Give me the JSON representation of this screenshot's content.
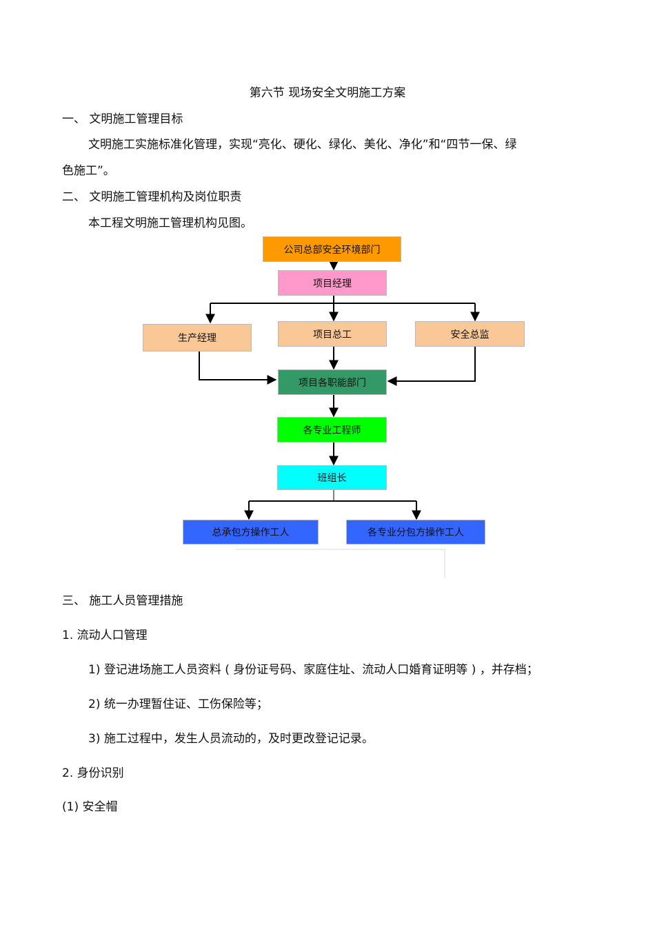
{
  "doc": {
    "section_title": "第六节   现场安全文明施工方案",
    "h1": "一、 文明施工管理目标",
    "p1_line1": "文明施工实施标准化管理，实现“亮化、硬化、绿化、美化、净化”和“四节一保、绿",
    "p1_line2": "色施工”。",
    "h2": "二、 文明施工管理机构及岗位职责",
    "p2": "本工程文明施工管理机构见图。",
    "h3": "三、  施工人员管理措施",
    "s1": "1. 流动人口管理",
    "s1_items": [
      "1)   登记进场施工人员资料   ( 身份证号码、家庭住址、流动人口婚育证明等      ) ，并存档；",
      "2)   统一办理暂住证、工伤保险等；",
      "3)   施工过程中，发生人员流动的，及时更改登记记录。"
    ],
    "s2": "2. 身份识别",
    "s2_item1": "(1)    安全帽"
  },
  "org_chart": {
    "company_dept": "公司总部安全环境部门",
    "project_manager": "项目经理",
    "production_manager": "生产经理",
    "chief_engineer": "项目总工",
    "safety_director": "安全总监",
    "functional_depts": "项目各职能部门",
    "engineers": "各专业工程师",
    "team_leader": "班组长",
    "general_workers": "总承包方操作工人",
    "sub_workers": "各专业分包方操作工人",
    "colors": {
      "company_dept": "#ff9900",
      "project_manager": "#ff99cc",
      "managers": "#fac896",
      "functional_depts": "#339966",
      "engineers": "#00ff00",
      "team_leader": "#00ffff",
      "workers": "#3366ff"
    }
  }
}
